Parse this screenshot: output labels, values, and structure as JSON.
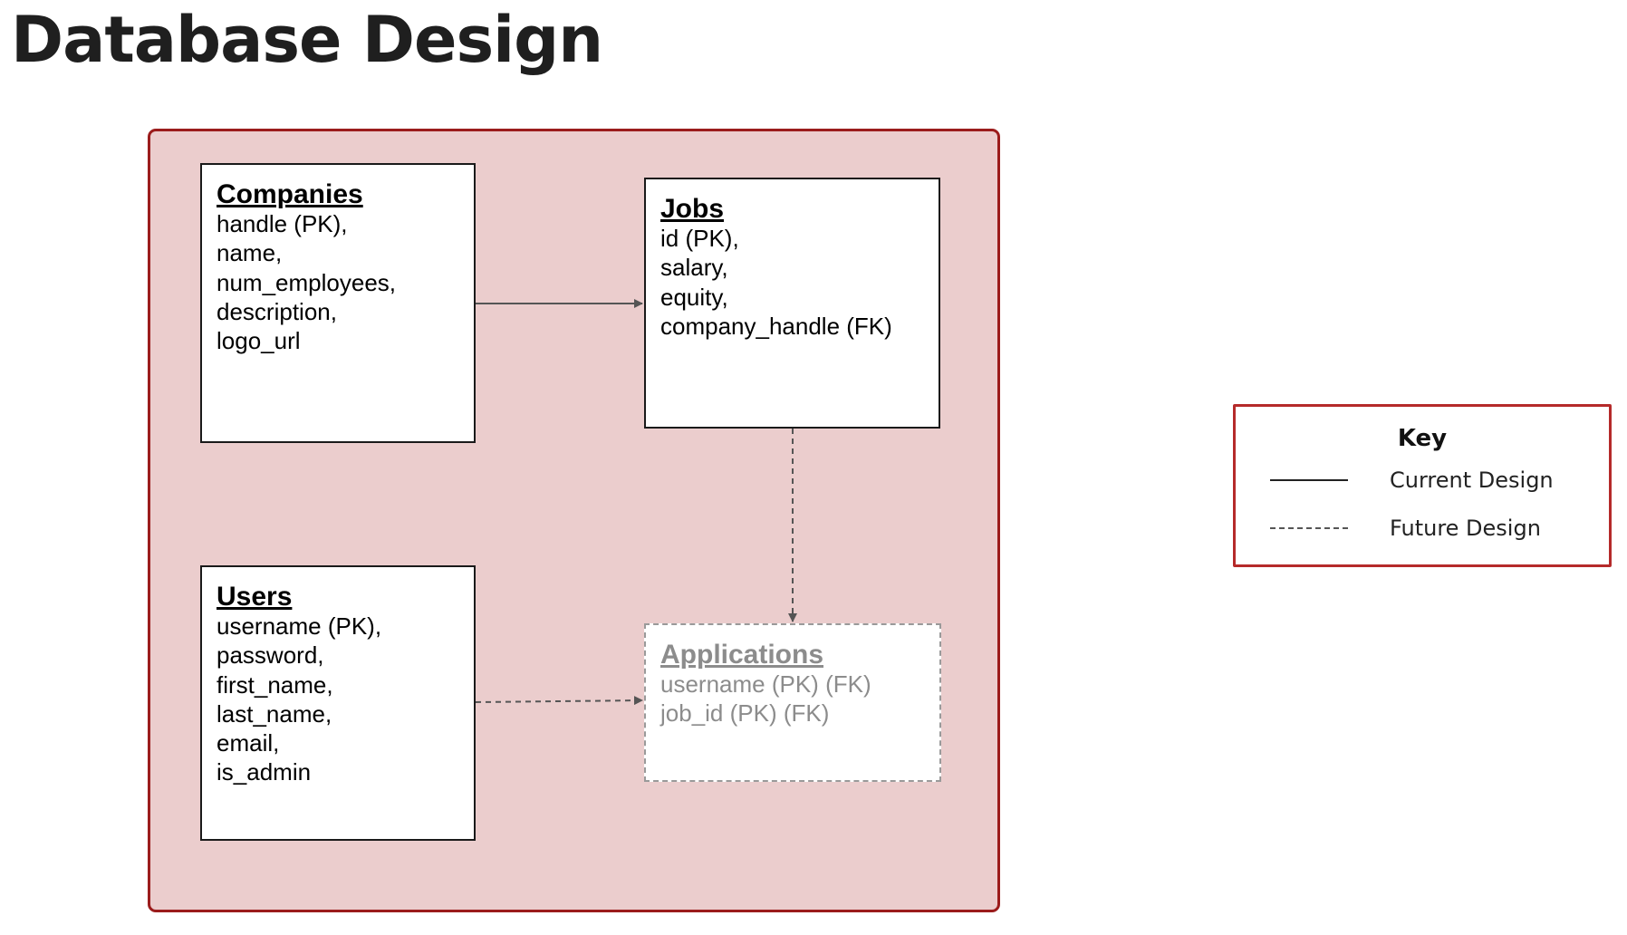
{
  "title": "Database Design",
  "tables": {
    "companies": {
      "name": "Companies",
      "fields": [
        "handle (PK),",
        "name,",
        "num_employees,",
        "description,",
        "logo_url"
      ]
    },
    "jobs": {
      "name": "Jobs",
      "fields": [
        "id (PK),",
        "salary,",
        "equity,",
        "company_handle (FK)"
      ]
    },
    "users": {
      "name": "Users",
      "fields": [
        "username (PK),",
        "password,",
        "first_name,",
        "last_name,",
        "email,",
        "is_admin"
      ]
    },
    "applications": {
      "name": "Applications",
      "fields": [
        "username (PK) (FK)",
        "job_id (PK) (FK)"
      ]
    }
  },
  "key": {
    "title": "Key",
    "current_label": "Current Design",
    "future_label": "Future Design"
  },
  "colors": {
    "panel_fill": "#ebcdcd",
    "panel_border": "#9b1c1c",
    "key_border": "#b52a2a",
    "future_text": "#8c8c8c"
  }
}
